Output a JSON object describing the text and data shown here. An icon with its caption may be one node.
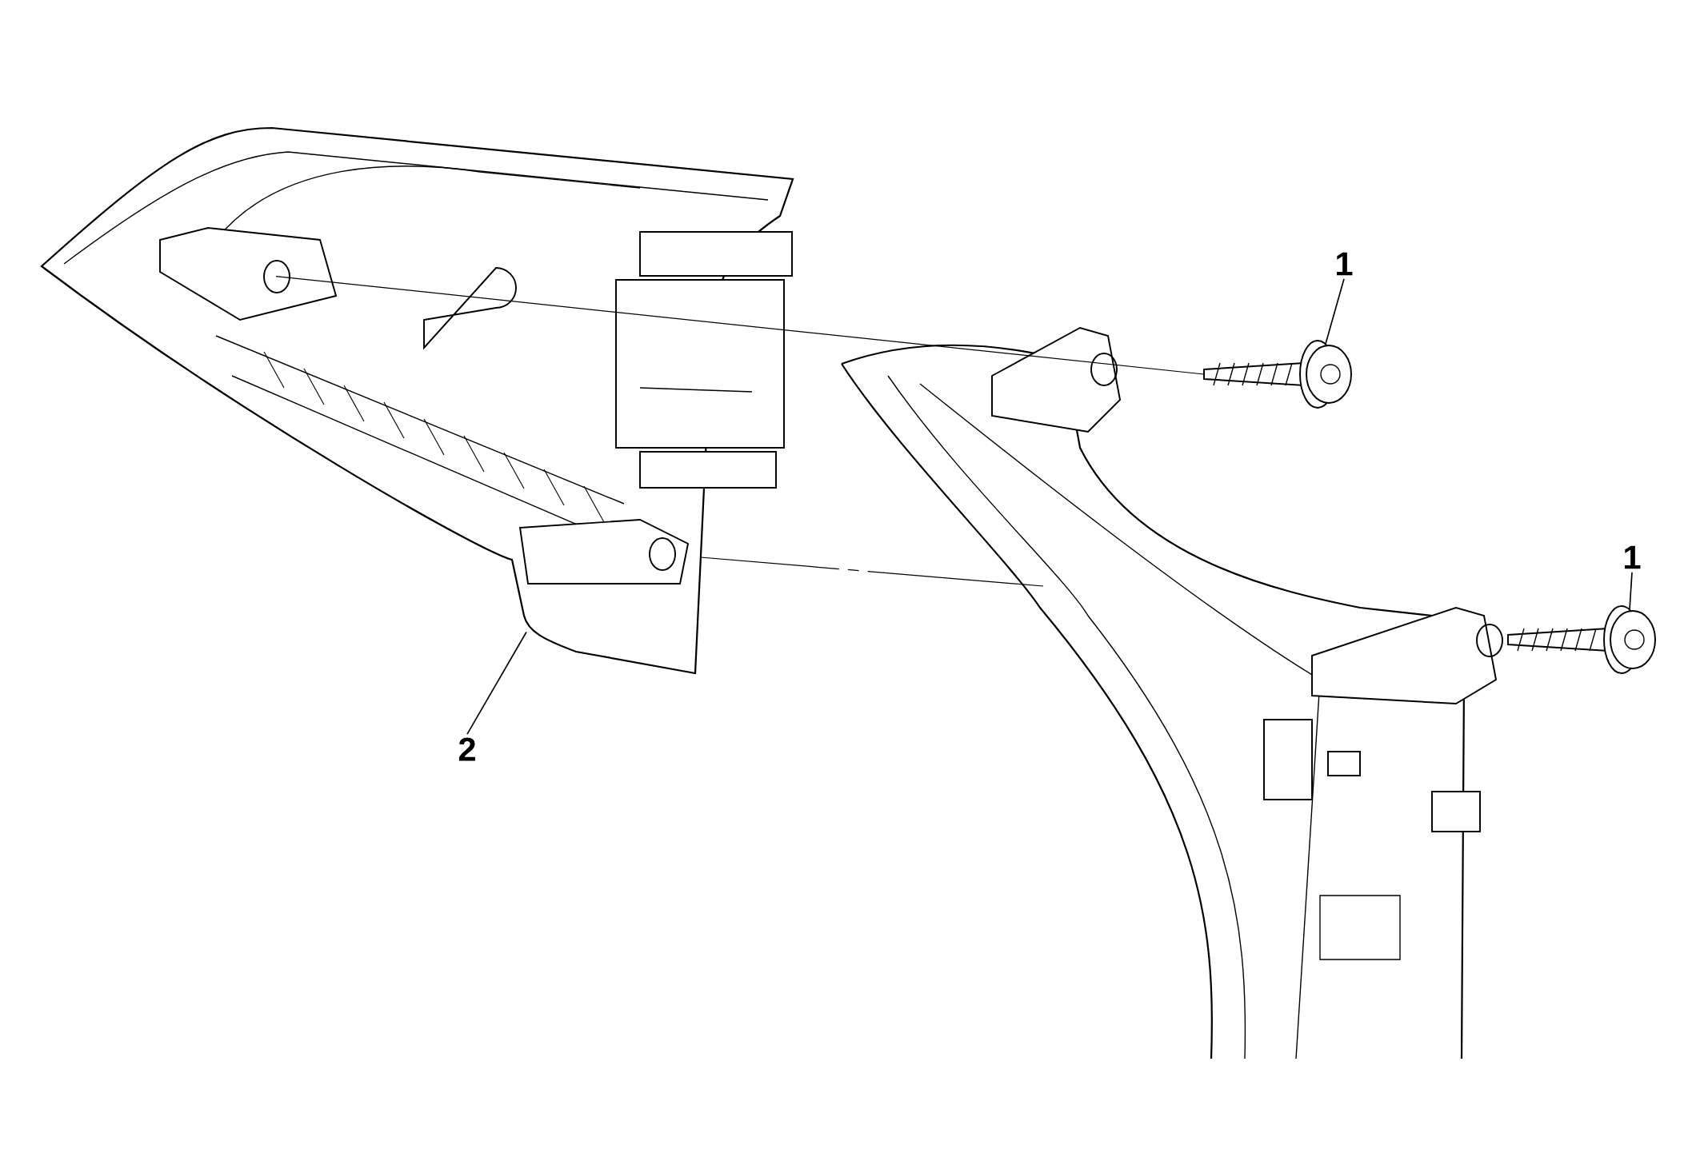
{
  "diagram": {
    "nodes": [
      {
        "text": [
          "1"
        ]
      },
      {
        "text": [],
        "shape": "picture"
      },
      {
        "text": [
          "1"
        ]
      },
      {
        "text": [],
        "shape": "picture"
      },
      {
        "text": [
          "2"
        ]
      },
      {
        "text": [],
        "shape": "picture"
      }
    ],
    "edges": [
      {
        "from": 0,
        "to": 1,
        "arrow": "none"
      },
      {
        "from": 2,
        "to": 3,
        "arrow": "none"
      },
      {
        "from": 4,
        "to": 5,
        "arrow": "none"
      },
      {
        "from": 1,
        "to": 5,
        "arrow": "none"
      }
    ]
  }
}
